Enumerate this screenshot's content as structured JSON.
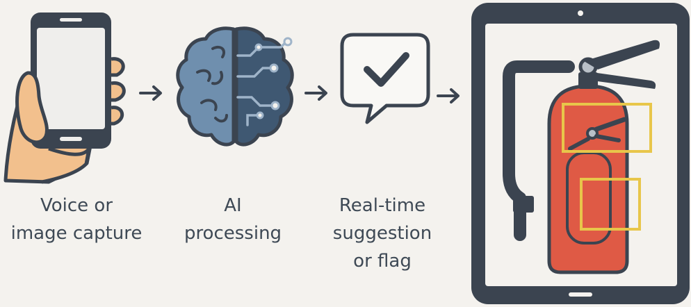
{
  "steps": [
    {
      "label_lines": [
        "Voice or",
        "image capture"
      ]
    },
    {
      "label_lines": [
        "AI",
        "processing"
      ]
    },
    {
      "label_lines": [
        "Real-time",
        "suggestion",
        "or flag"
      ]
    }
  ],
  "icons": {
    "step1": "phone-in-hand-icon",
    "step2": "brain-circuit-icon",
    "step3": "checkmark-speech-bubble-icon",
    "result": "tablet-fire-extinguisher-icon",
    "connector": "arrow-right-icon"
  },
  "colors": {
    "background": "#f4f2ee",
    "outline": "#3b4450",
    "skin": "#f2c08d",
    "screen": "#efeeec",
    "brain_left": "#6f8fae",
    "brain_right": "#3f5872",
    "extinguisher_red": "#df5a45",
    "highlight_box": "#e8c64a"
  }
}
